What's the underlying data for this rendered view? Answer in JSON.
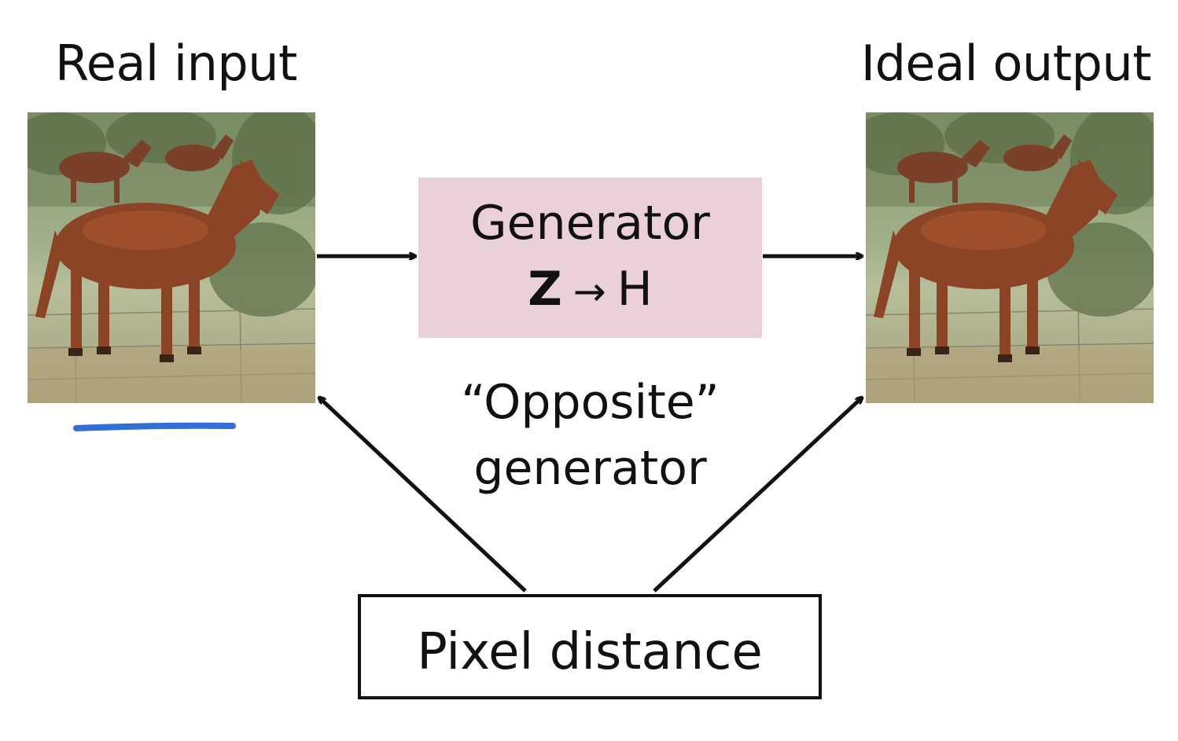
{
  "labels": {
    "real_input": "Real input",
    "ideal_output": "Ideal output"
  },
  "generator": {
    "title": "Generator",
    "from": "Z",
    "arrow": "→",
    "to": "H",
    "fill_color": "#ead0d9"
  },
  "opposite_generator": {
    "line1": "“Opposite”",
    "line2": "generator"
  },
  "pixel_distance": {
    "label": "Pixel distance"
  },
  "annotation": {
    "underline_color": "#2f6fd6"
  }
}
